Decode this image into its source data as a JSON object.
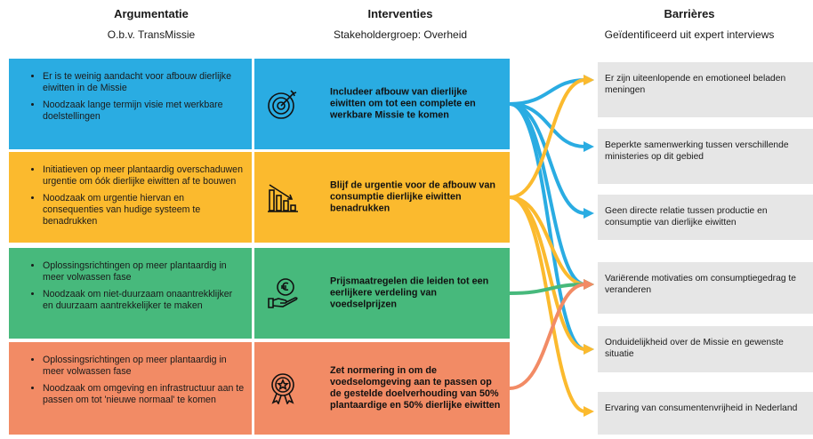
{
  "headers": {
    "argumentatie": {
      "title": "Argumentatie",
      "subtitle": "O.b.v. TransMissie"
    },
    "interventies": {
      "title": "Interventies",
      "subtitle": "Stakeholdergroep: Overheid"
    },
    "barrieres": {
      "title": "Barrières",
      "subtitle": "Geïdentificeerd uit expert interviews"
    }
  },
  "rows": [
    {
      "color": "#2aace2",
      "arguments": [
        "Er is te weinig aandacht voor afbouw dierlijke eiwitten in de Missie",
        "Noodzaak lange termijn visie met werkbare doelstellingen"
      ],
      "icon": "target-icon",
      "intervention": "Includeer afbouw van dierlijke eiwitten om tot een complete en werkbare Missie te komen"
    },
    {
      "color": "#fbba2e",
      "arguments": [
        "Initiatieven op meer plantaardig overschaduwen urgentie om óók dierlijke eiwitten af te bouwen",
        "Noodzaak om urgentie hiervan en consequenties van hudige systeem te benadrukken"
      ],
      "icon": "declining-bar-chart-icon",
      "intervention": "Blijf de urgentie voor de afbouw van consumptie dierlijke eiwitten benadrukken"
    },
    {
      "color": "#47b97c",
      "arguments": [
        "Oplossingsrichtingen op meer plantaardig in meer volwassen fase",
        "Noodzaak om niet-duurzaam onaantrekklijker en duurzaam aantrekkelijker te maken"
      ],
      "icon": "hand-euro-coin-icon",
      "intervention": "Prijsmaatregelen die leiden tot een eerlijkere verdeling van voedselprijzen"
    },
    {
      "color": "#f28b65",
      "arguments": [
        "Oplossingsrichtingen op meer plantaardig in meer volwassen fase",
        "Noodzaak om omgeving en infrastructuur aan te passen om tot 'nieuwe normaal' te komen"
      ],
      "icon": "award-badge-icon",
      "intervention": "Zet normering in om de voedselomgeving aan te passen op de gestelde doelverhouding van 50% plantaardige en 50% dierlijke eiwitten"
    }
  ],
  "barriers": [
    "Er zijn uiteenlopende en emotioneel beladen meningen",
    "Beperkte samenwerking tussen verschillende ministeries op dit gebied",
    "Geen directe relatie tussen productie en consumptie van dierlijke eiwitten",
    "Variërende motivaties om consumptiegedrag te veranderen",
    "Onduidelijkheid over de Missie en gewenste situatie",
    "Ervaring van consumentenvrijheid in Nederland"
  ],
  "connections": [
    {
      "from": 1,
      "to": 1,
      "color": "#2aace2"
    },
    {
      "from": 1,
      "to": 2,
      "color": "#2aace2"
    },
    {
      "from": 1,
      "to": 3,
      "color": "#2aace2"
    },
    {
      "from": 1,
      "to": 4,
      "color": "#2aace2"
    },
    {
      "from": 1,
      "to": 5,
      "color": "#2aace2"
    },
    {
      "from": 2,
      "to": 1,
      "color": "#fbba2e"
    },
    {
      "from": 2,
      "to": 4,
      "color": "#fbba2e"
    },
    {
      "from": 2,
      "to": 5,
      "color": "#fbba2e"
    },
    {
      "from": 2,
      "to": 6,
      "color": "#fbba2e"
    },
    {
      "from": 3,
      "to": 4,
      "color": "#47b97c"
    },
    {
      "from": 4,
      "to": 4,
      "color": "#f28b65"
    }
  ]
}
